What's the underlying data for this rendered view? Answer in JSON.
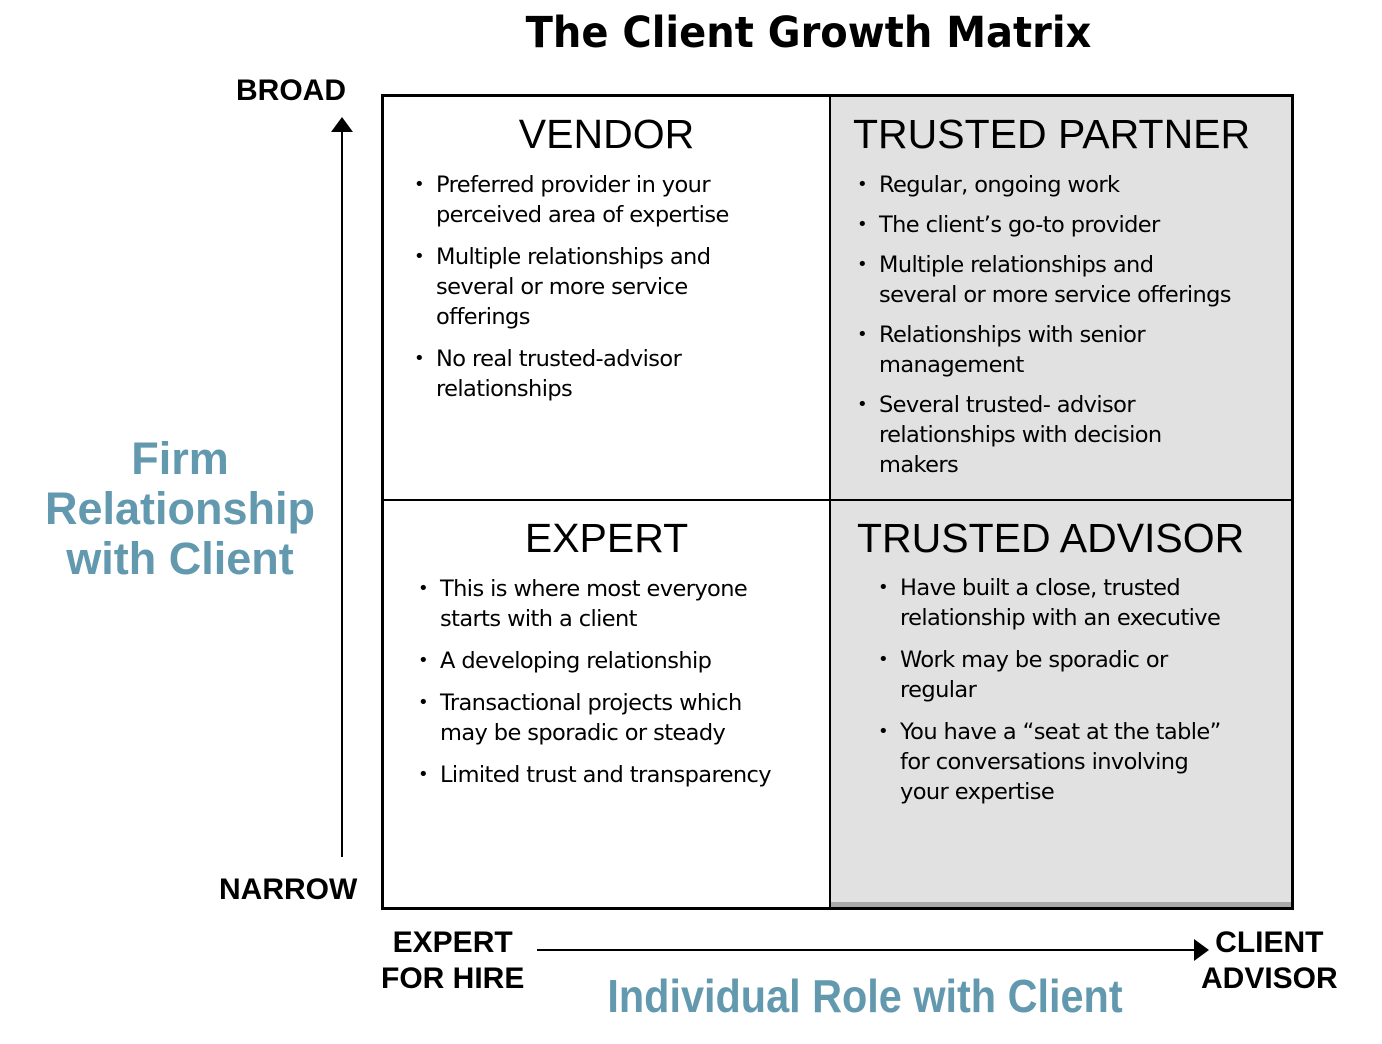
{
  "title": "The Client Growth Matrix",
  "colors": {
    "axis_title": "#6399ae",
    "shaded_quadrant": "#e0e1e0",
    "border": "#000000"
  },
  "y_axis": {
    "top_label": "BROAD",
    "bottom_label": "NARROW",
    "title_lines": [
      "Firm",
      "Relationship",
      "with Client"
    ],
    "arrow_icon": "arrow-up-icon"
  },
  "x_axis": {
    "left_label_lines": [
      "EXPERT",
      "FOR HIRE"
    ],
    "right_label_lines": [
      "CLIENT",
      "ADVISOR"
    ],
    "title": "Individual Role with Client",
    "arrow_icon": "arrow-right-icon"
  },
  "quadrants": {
    "vendor": {
      "title": "VENDOR",
      "bullets": [
        [
          "Preferred provider in your",
          "perceived area of expertise"
        ],
        [
          "Multiple relationships and",
          "several or more service",
          "offerings"
        ],
        [
          "No real trusted-advisor",
          "relationships"
        ]
      ]
    },
    "trusted_partner": {
      "title": "TRUSTED PARTNER",
      "bullets": [
        [
          "Regular, ongoing work"
        ],
        [
          "The client’s go-to provider"
        ],
        [
          "Multiple relationships and",
          "several or more service offerings"
        ],
        [
          "Relationships with senior",
          "management"
        ],
        [
          "Several trusted- advisor",
          "relationships with decision",
          "makers"
        ]
      ]
    },
    "expert": {
      "title": "EXPERT",
      "bullets": [
        [
          "This is where most everyone",
          "starts with a client"
        ],
        [
          "A developing relationship"
        ],
        [
          "Transactional projects which",
          "may be sporadic or steady"
        ],
        [
          "Limited trust and transparency"
        ]
      ]
    },
    "trusted_advisor": {
      "title": "TRUSTED ADVISOR",
      "bullets": [
        [
          "Have built a close, trusted",
          "relationship with an executive"
        ],
        [
          "Work may be sporadic or",
          "regular"
        ],
        [
          "You have a “seat at the table”",
          "for conversations involving",
          "your expertise"
        ]
      ]
    }
  },
  "bullet_glyph": "•"
}
